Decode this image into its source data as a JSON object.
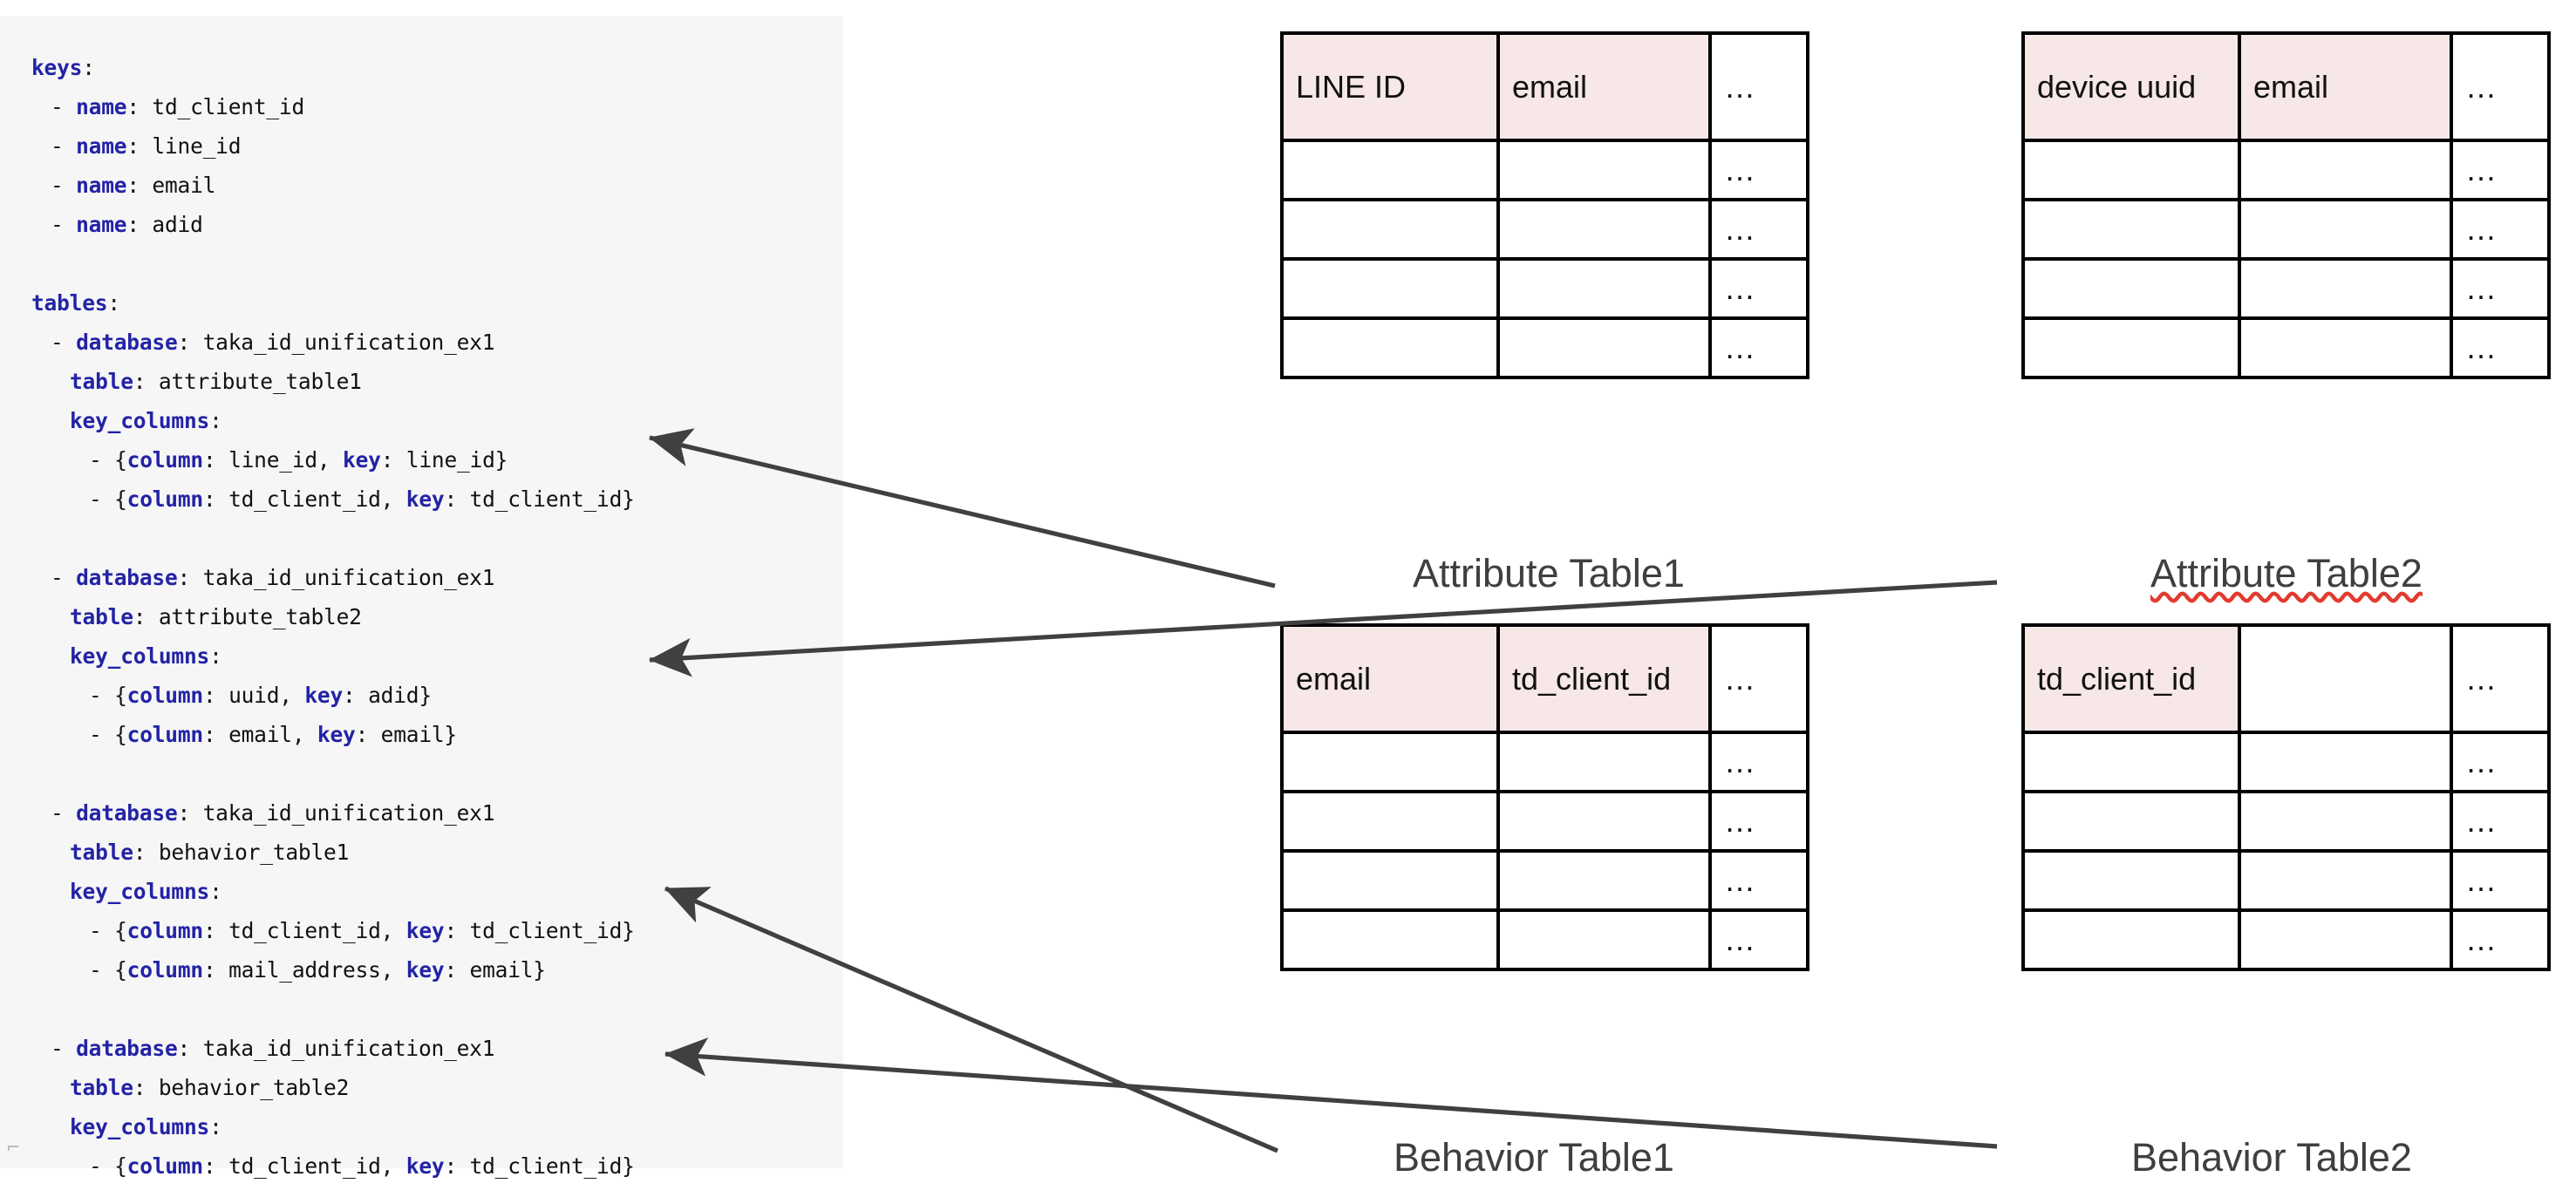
{
  "code_panel": {
    "language": "yaml",
    "lines": [
      {
        "indent": 0,
        "segments": [
          {
            "t": "keys",
            "c": "key"
          },
          {
            "t": ":",
            "c": "punct"
          }
        ]
      },
      {
        "indent": 1,
        "segments": [
          {
            "t": "- ",
            "c": "punct"
          },
          {
            "t": "name",
            "c": "key"
          },
          {
            "t": ": td_client_id",
            "c": "val"
          }
        ]
      },
      {
        "indent": 1,
        "segments": [
          {
            "t": "- ",
            "c": "punct"
          },
          {
            "t": "name",
            "c": "key"
          },
          {
            "t": ": line_id",
            "c": "val"
          }
        ]
      },
      {
        "indent": 1,
        "segments": [
          {
            "t": "- ",
            "c": "punct"
          },
          {
            "t": "name",
            "c": "key"
          },
          {
            "t": ": email",
            "c": "val"
          }
        ]
      },
      {
        "indent": 1,
        "segments": [
          {
            "t": "- ",
            "c": "punct"
          },
          {
            "t": "name",
            "c": "key"
          },
          {
            "t": ": adid",
            "c": "val"
          }
        ]
      },
      {
        "blank": true
      },
      {
        "indent": 0,
        "segments": [
          {
            "t": "tables",
            "c": "key"
          },
          {
            "t": ":",
            "c": "punct"
          }
        ]
      },
      {
        "indent": 1,
        "segments": [
          {
            "t": "- ",
            "c": "punct"
          },
          {
            "t": "database",
            "c": "key"
          },
          {
            "t": ": taka_id_unification_ex1",
            "c": "val"
          }
        ]
      },
      {
        "indent": 2,
        "segments": [
          {
            "t": "table",
            "c": "key"
          },
          {
            "t": ": attribute_table1",
            "c": "val"
          }
        ]
      },
      {
        "indent": 2,
        "segments": [
          {
            "t": "key_columns",
            "c": "key"
          },
          {
            "t": ":",
            "c": "punct"
          }
        ]
      },
      {
        "indent": 3,
        "segments": [
          {
            "t": "- {",
            "c": "punct"
          },
          {
            "t": "column",
            "c": "key"
          },
          {
            "t": ": line_id, ",
            "c": "val"
          },
          {
            "t": "key",
            "c": "key"
          },
          {
            "t": ": line_id}",
            "c": "val"
          }
        ]
      },
      {
        "indent": 3,
        "segments": [
          {
            "t": "- {",
            "c": "punct"
          },
          {
            "t": "column",
            "c": "key"
          },
          {
            "t": ": td_client_id, ",
            "c": "val"
          },
          {
            "t": "key",
            "c": "key"
          },
          {
            "t": ": td_client_id}",
            "c": "val"
          }
        ]
      },
      {
        "blank": true
      },
      {
        "indent": 1,
        "segments": [
          {
            "t": "- ",
            "c": "punct"
          },
          {
            "t": "database",
            "c": "key"
          },
          {
            "t": ": taka_id_unification_ex1",
            "c": "val"
          }
        ]
      },
      {
        "indent": 2,
        "segments": [
          {
            "t": "table",
            "c": "key"
          },
          {
            "t": ": attribute_table2",
            "c": "val"
          }
        ]
      },
      {
        "indent": 2,
        "segments": [
          {
            "t": "key_columns",
            "c": "key"
          },
          {
            "t": ":",
            "c": "punct"
          }
        ]
      },
      {
        "indent": 3,
        "segments": [
          {
            "t": "- {",
            "c": "punct"
          },
          {
            "t": "column",
            "c": "key"
          },
          {
            "t": ": uuid, ",
            "c": "val"
          },
          {
            "t": "key",
            "c": "key"
          },
          {
            "t": ": adid}",
            "c": "val"
          }
        ]
      },
      {
        "indent": 3,
        "segments": [
          {
            "t": "- {",
            "c": "punct"
          },
          {
            "t": "column",
            "c": "key"
          },
          {
            "t": ": email, ",
            "c": "val"
          },
          {
            "t": "key",
            "c": "key"
          },
          {
            "t": ": email}",
            "c": "val"
          }
        ]
      },
      {
        "blank": true
      },
      {
        "indent": 1,
        "segments": [
          {
            "t": "- ",
            "c": "punct"
          },
          {
            "t": "database",
            "c": "key"
          },
          {
            "t": ": taka_id_unification_ex1",
            "c": "val"
          }
        ]
      },
      {
        "indent": 2,
        "segments": [
          {
            "t": "table",
            "c": "key"
          },
          {
            "t": ": behavior_table1",
            "c": "val"
          }
        ]
      },
      {
        "indent": 2,
        "segments": [
          {
            "t": "key_columns",
            "c": "key"
          },
          {
            "t": ":",
            "c": "punct"
          }
        ]
      },
      {
        "indent": 3,
        "segments": [
          {
            "t": "- {",
            "c": "punct"
          },
          {
            "t": "column",
            "c": "key"
          },
          {
            "t": ": td_client_id, ",
            "c": "val"
          },
          {
            "t": "key",
            "c": "key"
          },
          {
            "t": ": td_client_id}",
            "c": "val"
          }
        ]
      },
      {
        "indent": 3,
        "segments": [
          {
            "t": "- {",
            "c": "punct"
          },
          {
            "t": "column",
            "c": "key"
          },
          {
            "t": ": mail_address, ",
            "c": "val"
          },
          {
            "t": "key",
            "c": "key"
          },
          {
            "t": ": email}",
            "c": "val"
          }
        ]
      },
      {
        "blank": true
      },
      {
        "indent": 1,
        "segments": [
          {
            "t": "- ",
            "c": "punct"
          },
          {
            "t": "database",
            "c": "key"
          },
          {
            "t": ": taka_id_unification_ex1",
            "c": "val"
          }
        ]
      },
      {
        "indent": 2,
        "segments": [
          {
            "t": "table",
            "c": "key"
          },
          {
            "t": ": behavior_table2",
            "c": "val"
          }
        ]
      },
      {
        "indent": 2,
        "segments": [
          {
            "t": "key_columns",
            "c": "key"
          },
          {
            "t": ":",
            "c": "punct"
          }
        ]
      },
      {
        "indent": 3,
        "segments": [
          {
            "t": "- {",
            "c": "punct"
          },
          {
            "t": "column",
            "c": "key"
          },
          {
            "t": ": td_client_id, ",
            "c": "val"
          },
          {
            "t": "key",
            "c": "key"
          },
          {
            "t": ": td_client_id}",
            "c": "val"
          }
        ]
      }
    ]
  },
  "colors": {
    "code_background": "#f6f6f6",
    "yaml_key": "#2323a6",
    "yaml_value": "#1a1a1a",
    "header_cell_fill": "#f7e7e7",
    "table_border": "#000000",
    "arrow": "#404040",
    "caption_text": "#3f3f3f",
    "spellcheck_underline": "#e23b2e"
  },
  "tables": [
    {
      "id": "attribute-table-1",
      "caption": "Attribute Table1",
      "spellcheck_caption": false,
      "headers": [
        {
          "label": "LINE ID",
          "highlighted": true
        },
        {
          "label": "email",
          "highlighted": true
        },
        {
          "label": "…",
          "highlighted": false
        }
      ],
      "rows": [
        [
          "",
          "",
          "…"
        ],
        [
          "",
          "",
          "…"
        ],
        [
          "",
          "",
          "…"
        ],
        [
          "",
          "",
          "…"
        ]
      ]
    },
    {
      "id": "attribute-table-2",
      "caption": "Attribute Table2",
      "spellcheck_caption": true,
      "headers": [
        {
          "label": "device uuid",
          "highlighted": true
        },
        {
          "label": "email",
          "highlighted": true
        },
        {
          "label": "…",
          "highlighted": false
        }
      ],
      "rows": [
        [
          "",
          "",
          "…"
        ],
        [
          "",
          "",
          "…"
        ],
        [
          "",
          "",
          "…"
        ],
        [
          "",
          "",
          "…"
        ]
      ]
    },
    {
      "id": "behavior-table-1",
      "caption": "Behavior Table1",
      "spellcheck_caption": false,
      "headers": [
        {
          "label": "email",
          "highlighted": true
        },
        {
          "label": "td_client_id",
          "highlighted": true
        },
        {
          "label": "…",
          "highlighted": false
        }
      ],
      "rows": [
        [
          "",
          "",
          "…"
        ],
        [
          "",
          "",
          "…"
        ],
        [
          "",
          "",
          "…"
        ],
        [
          "",
          "",
          "…"
        ]
      ]
    },
    {
      "id": "behavior-table-2",
      "caption": "Behavior Table2",
      "spellcheck_caption": false,
      "headers": [
        {
          "label": "td_client_id",
          "highlighted": true
        },
        {
          "label": "",
          "highlighted": false
        },
        {
          "label": "…",
          "highlighted": false
        }
      ],
      "rows": [
        [
          "",
          "",
          "…"
        ],
        [
          "",
          "",
          "…"
        ],
        [
          "",
          "",
          "…"
        ],
        [
          "",
          "",
          "…"
        ]
      ]
    }
  ],
  "connectors": [
    {
      "from": "attribute-table-1",
      "to": "attribute_table1 key_columns"
    },
    {
      "from": "attribute-table-2",
      "to": "attribute_table2 key_columns"
    },
    {
      "from": "behavior-table-1",
      "to": "behavior_table1 key_columns"
    },
    {
      "from": "behavior-table-2",
      "to": "behavior_table2 key_columns"
    }
  ]
}
